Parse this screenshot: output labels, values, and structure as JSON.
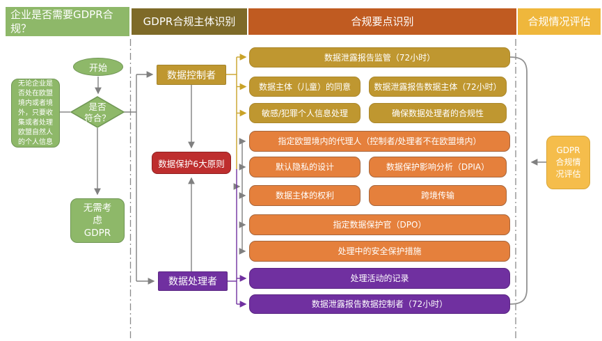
{
  "headers": {
    "need_gdpr": "企业是否需要GDPR合规？",
    "subject_identification": "GDPR合规主体识别",
    "key_points": "合规要点识别",
    "assessment": "合规情况评估"
  },
  "flowchart": {
    "start": "开始",
    "note": "无论企业是否处在欧盟境内或者境外，只要收集或者处理欧盟自然人的个人信息",
    "decision": "是否\n符合？",
    "no_need": "无需考虑GDPR",
    "controller": "数据控制者",
    "principles": "数据保护6大原则",
    "processor": "数据处理者",
    "assessment_box": "GDPR合规情况评估"
  },
  "points": {
    "gold": [
      "数据泄露报告监管（72小时）",
      "数据主体（儿童）的同意",
      "数据泄露报告数据主体（72小时）",
      "敏感/犯罪个人信息处理",
      "确保数据处理者的合规性"
    ],
    "orange": [
      "指定欧盟境内的代理人（控制者/处理者不在欧盟境内）",
      "默认隐私的设计",
      "数据保护影响分析（DPIA）",
      "数据主体的权利",
      "跨境传输",
      "指定数据保护官（DPO）",
      "处理中的安全保护措施"
    ],
    "purple": [
      "处理活动的记录",
      "数据泄露报告数据控制者（72小时）"
    ]
  },
  "colors": {
    "green": "#8EB869",
    "olive_header": "#7E6A28",
    "gold": "#BF9730",
    "orange_header": "#C05B21",
    "orange": "#E5803C",
    "red": "#BE2E2E",
    "purple": "#7030A0",
    "yellow_header": "#EFB73C",
    "yellow_box": "#F5BD4B",
    "connector_gray": "#808080"
  }
}
